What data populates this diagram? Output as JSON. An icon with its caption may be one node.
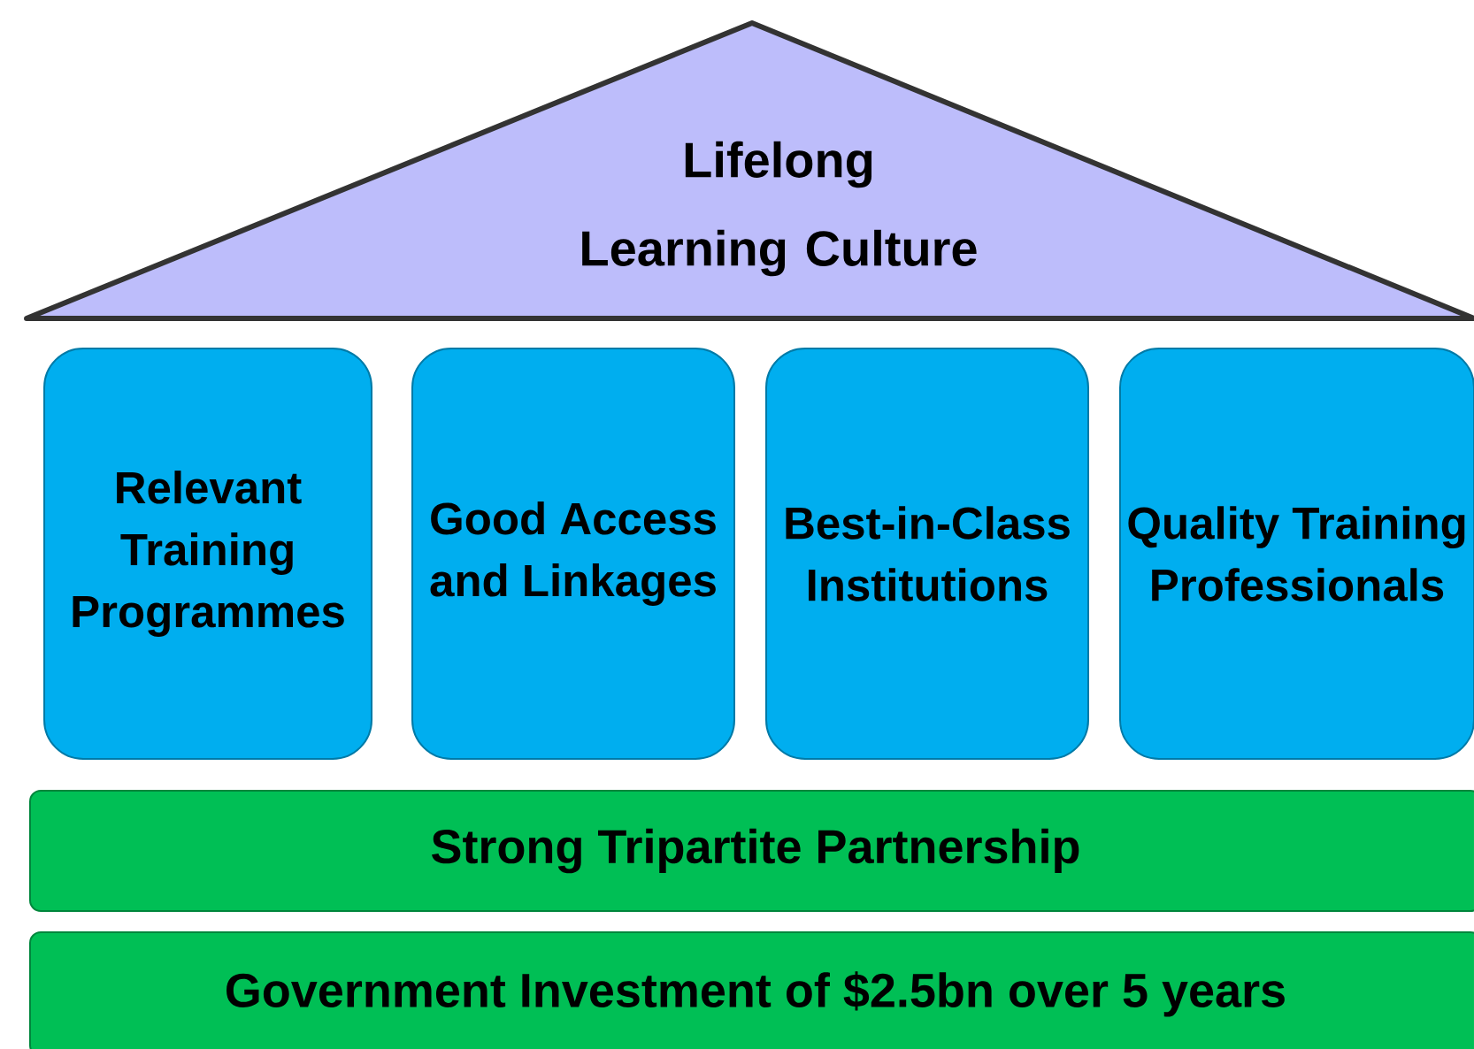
{
  "diagram": {
    "nodes": [
      {
        "text": [
          "Lifelong Learning Culture"
        ]
      },
      {
        "text": [
          "Relevant Training Programmes"
        ]
      },
      {
        "text": [
          "Good Access and Linkages"
        ]
      },
      {
        "text": [
          "Best-in-Class Institutions"
        ]
      },
      {
        "text": [
          "Quality Training Professionals"
        ]
      },
      {
        "text": [
          "Strong Tripartite Partnership"
        ]
      },
      {
        "text": [
          "Government Investment of $2.5bn over 5 years"
        ]
      }
    ]
  }
}
